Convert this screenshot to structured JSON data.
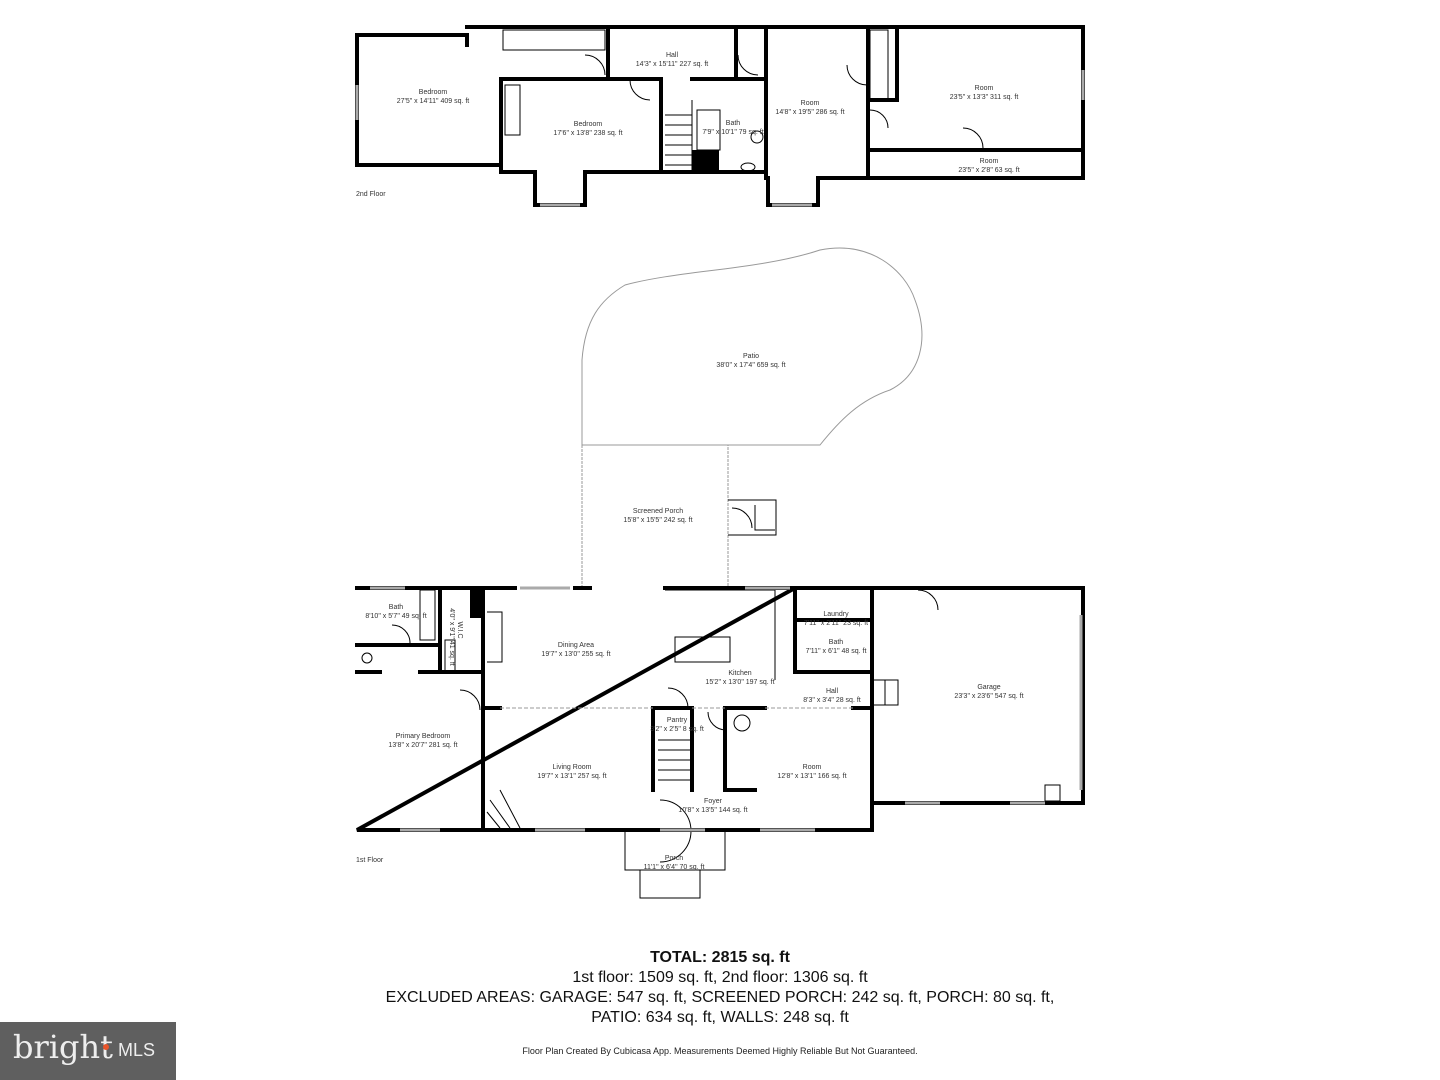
{
  "second_floor": {
    "label": "2nd Floor",
    "rooms": [
      {
        "name": "Bedroom",
        "dims": "27'5\" x 14'11\" 409 sq. ft"
      },
      {
        "name": "Hall",
        "dims": "14'3\" x 15'11\" 227 sq. ft"
      },
      {
        "name": "Bedroom",
        "dims": "17'6\" x 13'8\" 238 sq. ft"
      },
      {
        "name": "Bath",
        "dims": "7'9\" x 10'1\" 79 sq. ft"
      },
      {
        "name": "Room",
        "dims": "14'8\" x 19'5\" 286 sq. ft"
      },
      {
        "name": "Room",
        "dims": "23'5\" x 13'3\" 311 sq. ft"
      },
      {
        "name": "Room",
        "dims": "23'5\" x 2'8\" 63 sq. ft"
      }
    ]
  },
  "outdoor": {
    "rooms": [
      {
        "name": "Patio",
        "dims": "38'0\" x 17'4\" 659 sq. ft"
      },
      {
        "name": "Screened Porch",
        "dims": "15'8\" x 15'5\" 242 sq. ft"
      }
    ]
  },
  "first_floor": {
    "label": "1st Floor",
    "rooms": [
      {
        "name": "Bath",
        "dims": "8'10\" x 5'7\" 49 sq. ft"
      },
      {
        "name": "W.I.C",
        "dims": "4'0\" x 9'1\" 41 sq. ft"
      },
      {
        "name": "Dining Area",
        "dims": "19'7\" x 13'0\" 255 sq. ft"
      },
      {
        "name": "Kitchen",
        "dims": "15'2\" x 13'0\" 197 sq. ft"
      },
      {
        "name": "Laundry",
        "dims": "7'11\" x 2'11\" 23 sq. ft"
      },
      {
        "name": "Bath",
        "dims": "7'11\" x 6'1\" 48 sq. ft"
      },
      {
        "name": "Hall",
        "dims": "8'3\" x 3'4\" 28 sq. ft"
      },
      {
        "name": "Garage",
        "dims": "23'3\" x 23'6\" 547 sq. ft"
      },
      {
        "name": "Primary Bedroom",
        "dims": "13'8\" x 20'7\" 281 sq. ft"
      },
      {
        "name": "Pantry",
        "dims": "3'2\" x 2'5\" 8 sq. ft"
      },
      {
        "name": "Living Room",
        "dims": "19'7\" x 13'1\" 257 sq. ft"
      },
      {
        "name": "Room",
        "dims": "12'8\" x 13'1\" 166 sq. ft"
      },
      {
        "name": "Foyer",
        "dims": "10'8\" x 13'5\" 144 sq. ft"
      },
      {
        "name": "Porch",
        "dims": "11'1\" x 6'4\" 70 sq. ft"
      }
    ]
  },
  "summary": {
    "total": "TOTAL: 2815 sq. ft",
    "floors": "1st floor: 1509 sq. ft, 2nd floor: 1306 sq. ft",
    "excluded_1": "EXCLUDED AREAS: GARAGE: 547 sq. ft, SCREENED PORCH: 242 sq. ft, PORCH: 80 sq. ft,",
    "excluded_2": "PATIO: 634 sq. ft, WALLS: 248 sq. ft"
  },
  "credit": "Floor Plan Created By Cubicasa App. Measurements Deemed Highly Reliable But Not Guaranteed.",
  "logo": {
    "text": "bright",
    "suffix": "MLS",
    "accent_color": "#e8542a"
  }
}
